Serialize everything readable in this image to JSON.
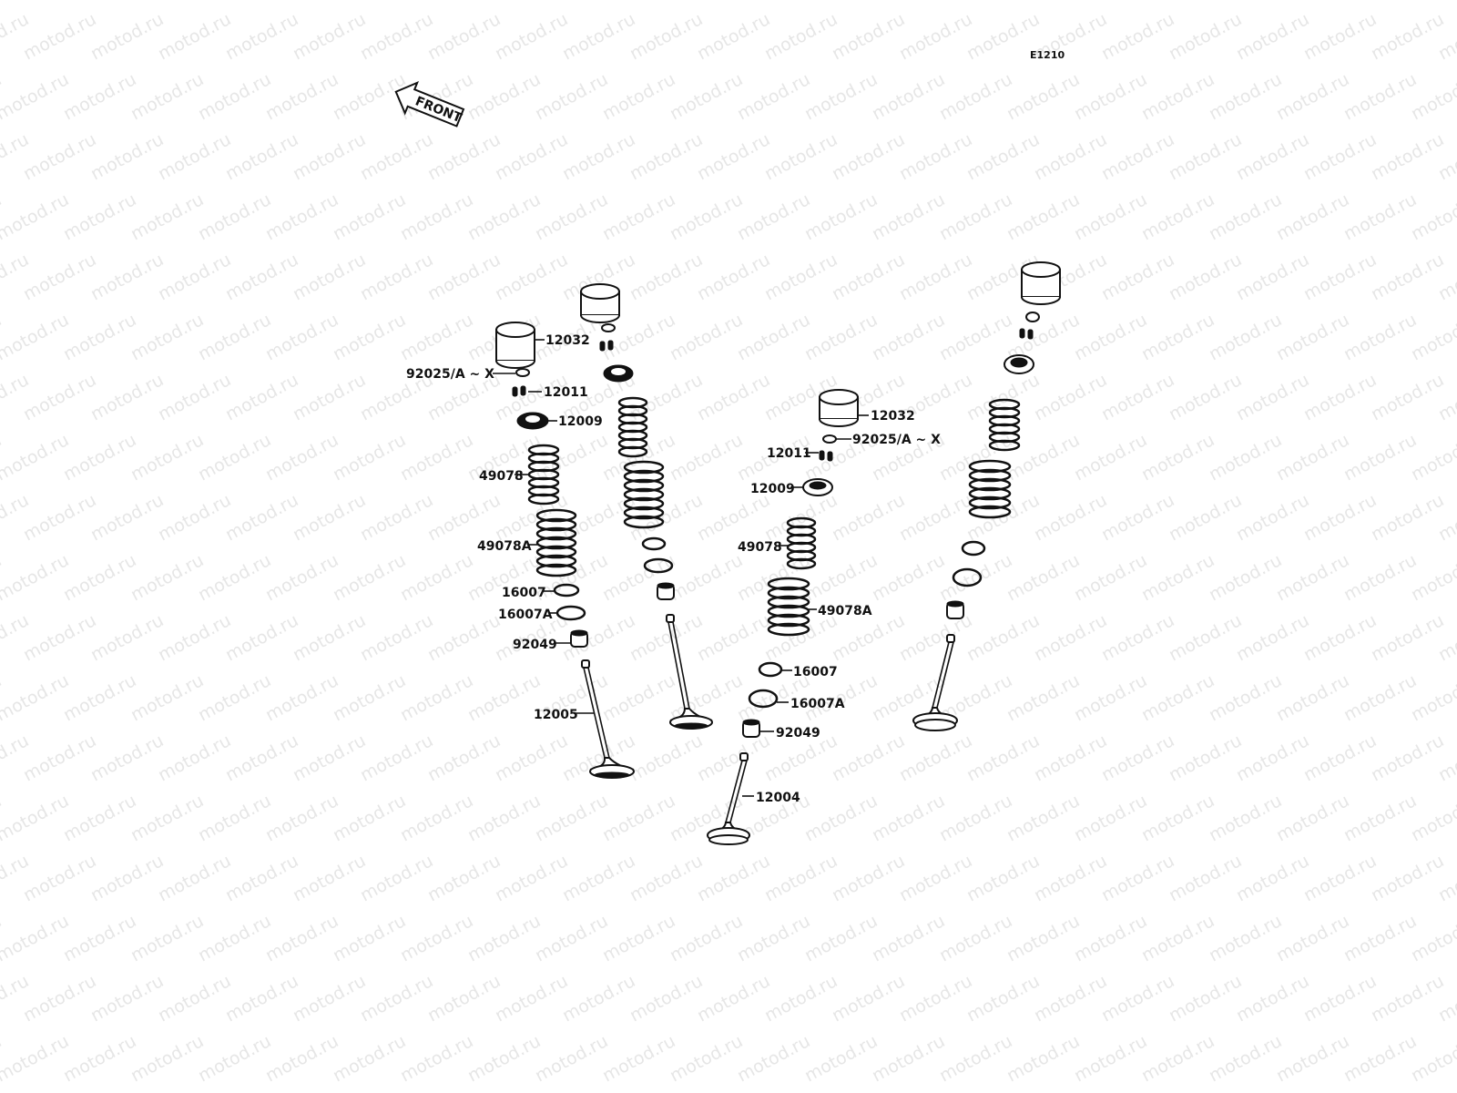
{
  "watermark": {
    "text": "motod.ru"
  },
  "figure_code": "E1210",
  "front_arrow": {
    "label": "FRONT"
  },
  "labels": {
    "left_tappet": "12032",
    "left_shim": "92025/A ~ X",
    "left_keeper": "12011",
    "left_retainer": "12009",
    "left_inner_spring": "49078",
    "left_outer_spring": "49078A",
    "left_seat": "16007",
    "left_seat_a": "16007A",
    "left_seal": "92049",
    "left_valve": "12005",
    "mid_tappet": "12032",
    "mid_shim": "92025/A ~ X",
    "mid_keeper": "12011",
    "mid_retainer": "12009",
    "mid_inner_spring": "49078",
    "mid_outer_spring": "49078A",
    "mid_seat": "16007",
    "mid_seat_a": "16007A",
    "mid_seal": "92049",
    "mid_valve": "12004"
  },
  "colors": {
    "ink": "#111111",
    "paper": "#ffffff",
    "watermark": "#e6e6e6"
  }
}
